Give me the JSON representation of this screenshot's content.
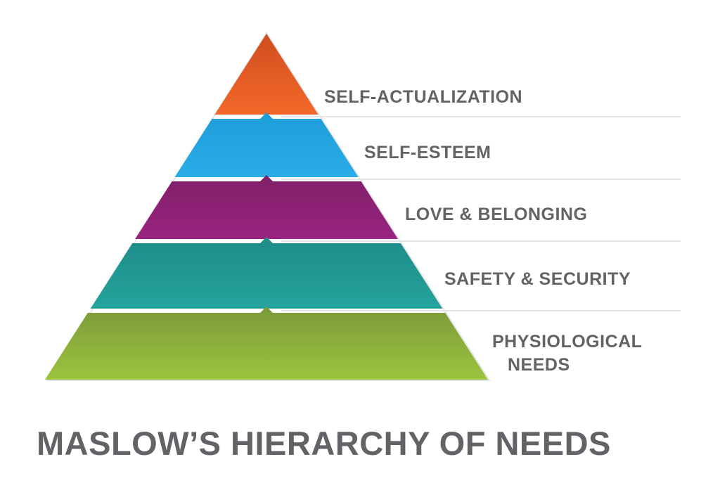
{
  "diagram": {
    "title": "MASLOW’S HIERARCHY OF NEEDS",
    "levels": [
      {
        "label_lines": [
          "SELF-ACTUALIZATION"
        ],
        "color_top": "#cf4e1e",
        "color_bottom": "#f3682a"
      },
      {
        "label_lines": [
          "SELF-ESTEEM"
        ],
        "color_top": "#1e9ed9",
        "color_bottom": "#2aace6"
      },
      {
        "label_lines": [
          "LOVE & BELONGING"
        ],
        "color_top": "#7f1f68",
        "color_bottom": "#9a2480"
      },
      {
        "label_lines": [
          "SAFETY & SECURITY"
        ],
        "color_top": "#1e8c88",
        "color_bottom": "#25a39c"
      },
      {
        "label_lines": [
          "PHYSIOLOGICAL",
          "NEEDS"
        ],
        "color_top": "#7b9a3a",
        "color_bottom": "#9cc43e"
      }
    ],
    "colors": {
      "text": "#616366",
      "divider": "#e4e5e6",
      "background": "#ffffff"
    }
  }
}
